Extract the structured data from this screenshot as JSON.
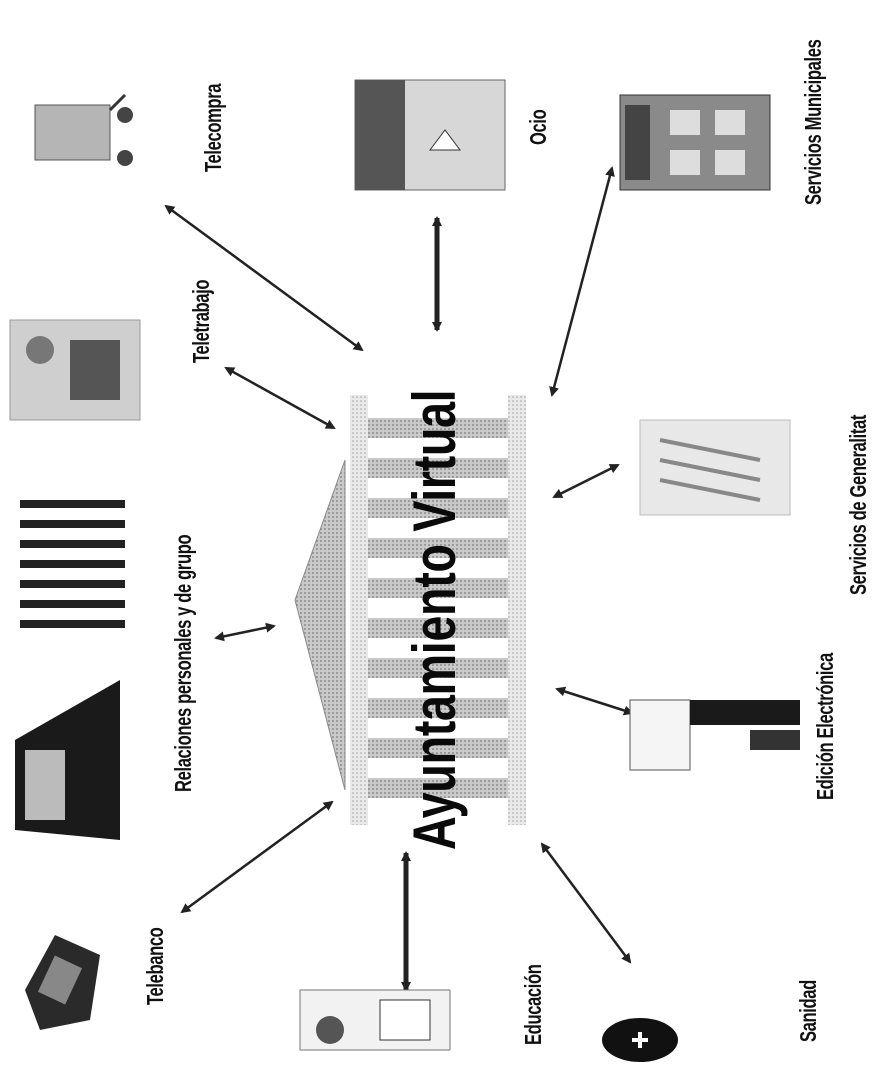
{
  "center": {
    "title": "Ayuntamiento Virtual"
  },
  "nodes": [
    {
      "id": "telebanco",
      "label": "Telebanco",
      "icon": "money-stack-icon"
    },
    {
      "id": "relaciones",
      "label": "Relaciones personales y de grupo",
      "icon": "people-group-icon"
    },
    {
      "id": "teletrabajo",
      "label": "Teletrabajo",
      "icon": "office-worker-icon"
    },
    {
      "id": "telecompra",
      "label": "Telecompra",
      "icon": "shopping-cart-icon"
    },
    {
      "id": "educacion",
      "label": "Educación",
      "icon": "classroom-icon"
    },
    {
      "id": "ocio",
      "label": "Ocio",
      "icon": "sailing-boat-icon"
    },
    {
      "id": "sanidad",
      "label": "Sanidad",
      "icon": "medical-bag-icon"
    },
    {
      "id": "edicion",
      "label": "Edición Electrónica",
      "icon": "person-at-desk-icon"
    },
    {
      "id": "generalitat",
      "label": "Servicios de Generalitat",
      "icon": "documents-icon"
    },
    {
      "id": "municipales",
      "label": "Servicios Municipales",
      "icon": "town-hall-building-icon"
    }
  ],
  "colors": {
    "ink": "#111111",
    "arrow": "#222222",
    "building": "#9a9a9a"
  }
}
